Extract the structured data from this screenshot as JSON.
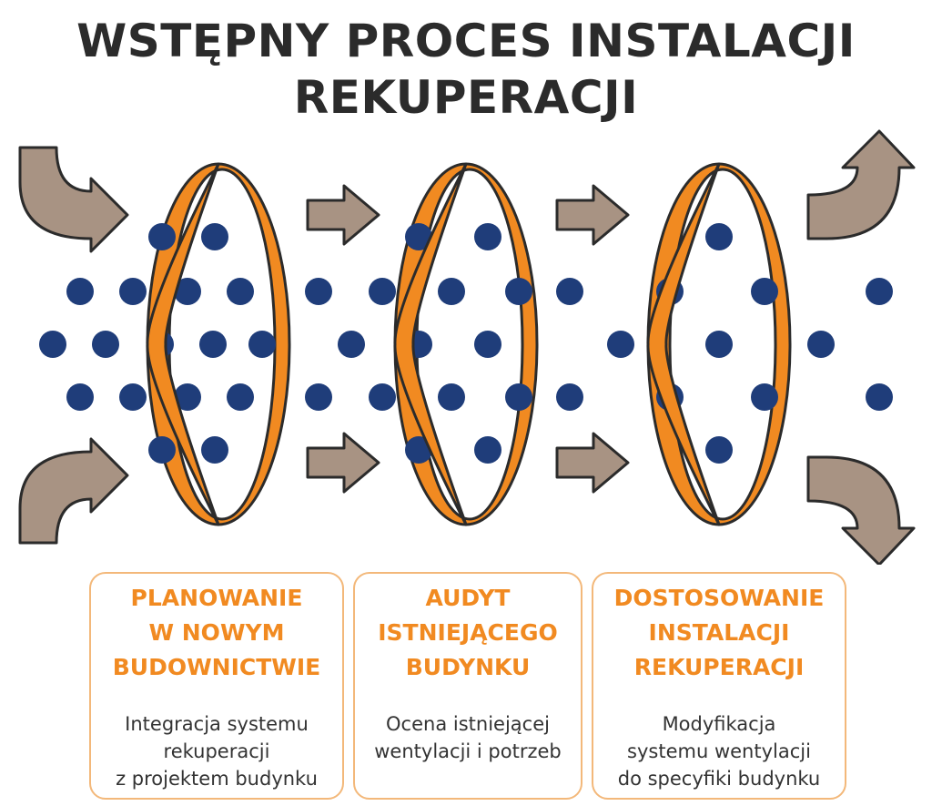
{
  "title": {
    "line1": "WSTĘPNY PROCES INSTALACJI",
    "line2": "REKUPERACJI"
  },
  "colors": {
    "title": "#2b2b2b",
    "accent_orange": "#f18a21",
    "card_border": "#f3b87a",
    "arrow_fill": "#a89383",
    "dot_fill": "#1f3d7a",
    "outline": "#2b2b2b"
  },
  "cards": [
    {
      "heading": [
        "PLANOWANIE",
        "W NOWYM",
        "BUDOWNICTWIE"
      ],
      "description": [
        "Integracja systemu",
        "rekuperacji",
        "z projektem budynku"
      ]
    },
    {
      "heading": [
        "AUDYT",
        "ISTNIEJĄCEGO",
        "BUDYNKU"
      ],
      "description": [
        "Ocena istniejącej",
        "wentylacji i potrzeb"
      ]
    },
    {
      "heading": [
        "DOSTOSOWANIE",
        "INSTALACJI",
        "REKUPERACJI"
      ],
      "description": [
        "Modyfikacja",
        "systemu wentylacji",
        "do specyfiki budynku"
      ]
    }
  ]
}
